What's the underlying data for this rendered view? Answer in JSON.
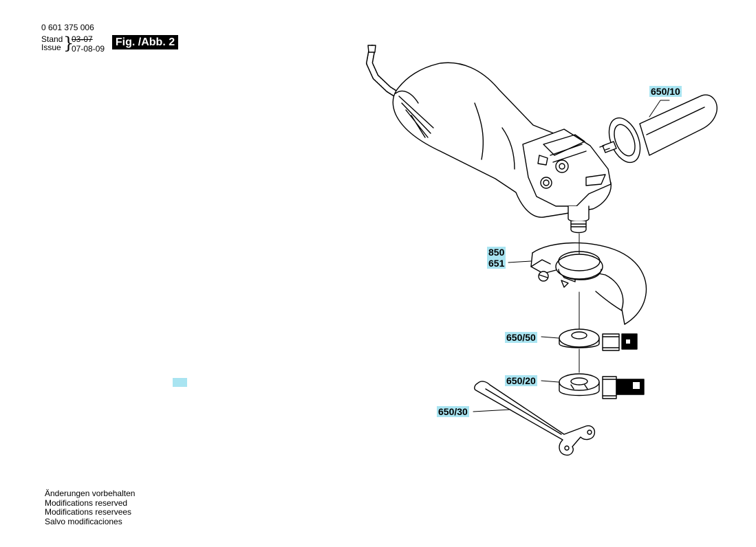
{
  "header": {
    "part_number": "0 601 375 006",
    "stand_label": "Stand",
    "issue_label": "Issue",
    "date_old": "03-07",
    "date_new": "07-08-09",
    "figure_label": "Fig. /Abb. 2"
  },
  "callouts": {
    "handle": "650/10",
    "guard_a": "850",
    "guard_b": "651",
    "nut": "650/50",
    "flange": "650/20",
    "spanner": "650/30"
  },
  "notes": [
    "Änderungen vorbehalten",
    "Modifications reserved",
    "Modifications reservees",
    "Salvo modificaciones"
  ],
  "colors": {
    "label_background": "#a9e4f1",
    "figure_box": "#000000"
  }
}
